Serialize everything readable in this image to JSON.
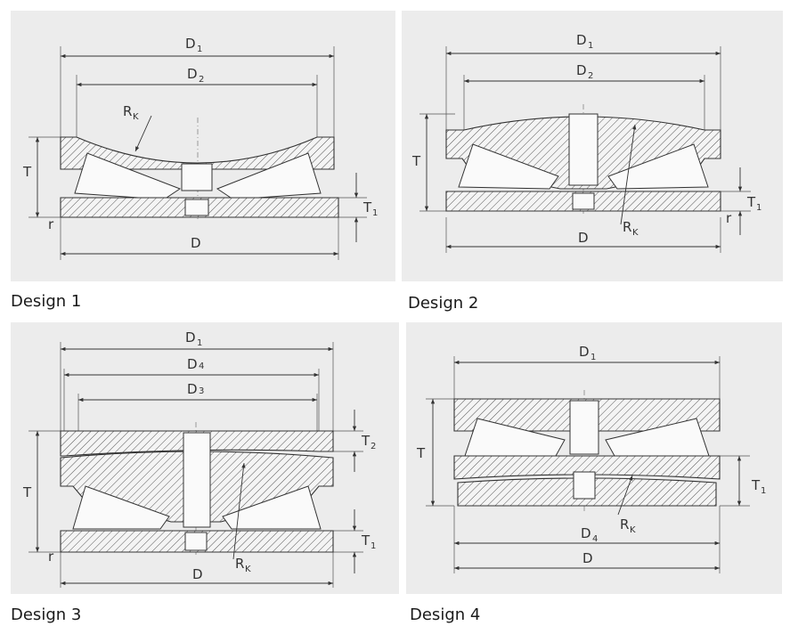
{
  "designs": [
    {
      "caption": "Design 1",
      "labels": {
        "D1": "D",
        "D1_sub": "1",
        "D2": "D",
        "D2_sub": "2",
        "RK": "R",
        "RK_sub": "K",
        "T": "T",
        "T1": "T",
        "T1_sub": "1",
        "r": "r",
        "D": "D"
      }
    },
    {
      "caption": "Design 2",
      "labels": {
        "D1": "D",
        "D1_sub": "1",
        "D2": "D",
        "D2_sub": "2",
        "RK": "R",
        "RK_sub": "K",
        "T": "T",
        "T1": "T",
        "T1_sub": "1",
        "r": "r",
        "D": "D"
      }
    },
    {
      "caption": "Design 3",
      "labels": {
        "D1": "D",
        "D1_sub": "1",
        "D4": "D",
        "D4_sub": "4",
        "D3": "D",
        "D3_sub": "3",
        "T": "T",
        "T2": "T",
        "T2_sub": "2",
        "T1": "T",
        "T1_sub": "1",
        "RK": "R",
        "RK_sub": "K",
        "r": "r",
        "D": "D"
      }
    },
    {
      "caption": "Design 4",
      "labels": {
        "D1": "D",
        "D1_sub": "1",
        "T": "T",
        "T1": "T",
        "T1_sub": "1",
        "RK": "R",
        "RK_sub": "K",
        "D4": "D",
        "D4_sub": "4",
        "D": "D"
      }
    }
  ]
}
